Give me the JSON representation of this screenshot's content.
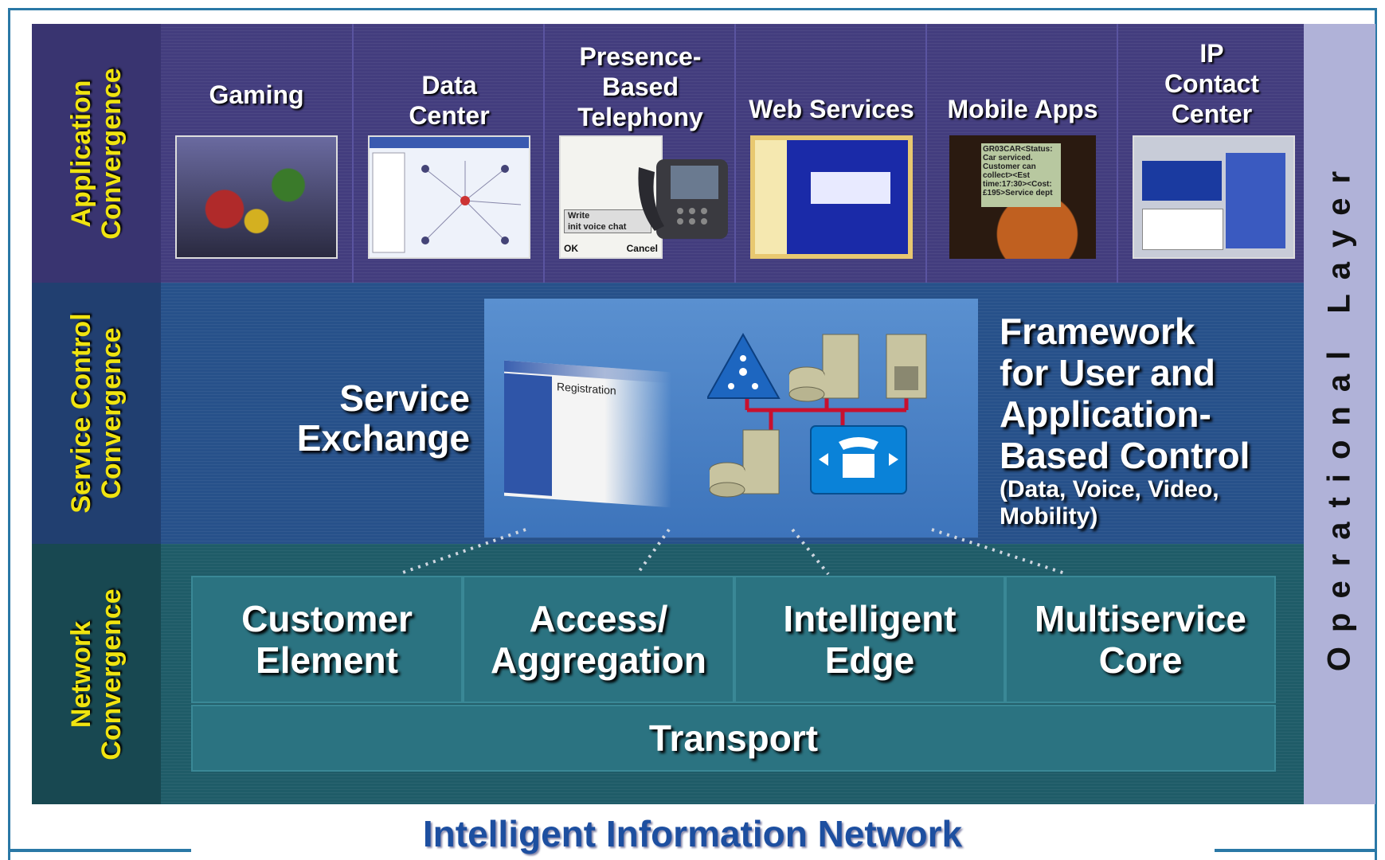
{
  "rows": {
    "application": {
      "label_line1": "Application",
      "label_line2": "Convergence"
    },
    "service": {
      "label_line1": "Service Control",
      "label_line2": "Convergence"
    },
    "network": {
      "label_line1": "Network",
      "label_line2": "Convergence"
    }
  },
  "apps": [
    {
      "title": "Gaming"
    },
    {
      "title": "Data\nCenter"
    },
    {
      "title": "Presence-\nBased\nTelephony"
    },
    {
      "title": "Web Services"
    },
    {
      "title": "Mobile Apps"
    },
    {
      "title": "IP\nContact\nCenter"
    }
  ],
  "screens": {
    "telephony_write": "Write",
    "telephony_chat": "init voice chat",
    "telephony_ok": "OK",
    "telephony_cancel": "Cancel",
    "registration": "Registration",
    "mobile_sms": "GR03CAR<Status:\nCar serviced.\nCustomer can\ncollect><Est\ntime:17:30><Cost:\n£195>Service dept"
  },
  "service": {
    "exchange_line1": "Service",
    "exchange_line2": "Exchange",
    "framework_lines": [
      "Framework",
      "for User and",
      "Application-",
      "Based Control"
    ],
    "framework_sub": [
      "(Data, Voice, Video,",
      "Mobility)"
    ]
  },
  "network": {
    "cells": [
      {
        "line1": "Customer",
        "line2": "Element"
      },
      {
        "line1": "Access/",
        "line2": "Aggregation"
      },
      {
        "line1": "Intelligent",
        "line2": "Edge"
      },
      {
        "line1": "Multiservice",
        "line2": "Core"
      }
    ],
    "transport": "Transport"
  },
  "operational_layer": "Operational Layer",
  "footer": "Intelligent Information Network"
}
